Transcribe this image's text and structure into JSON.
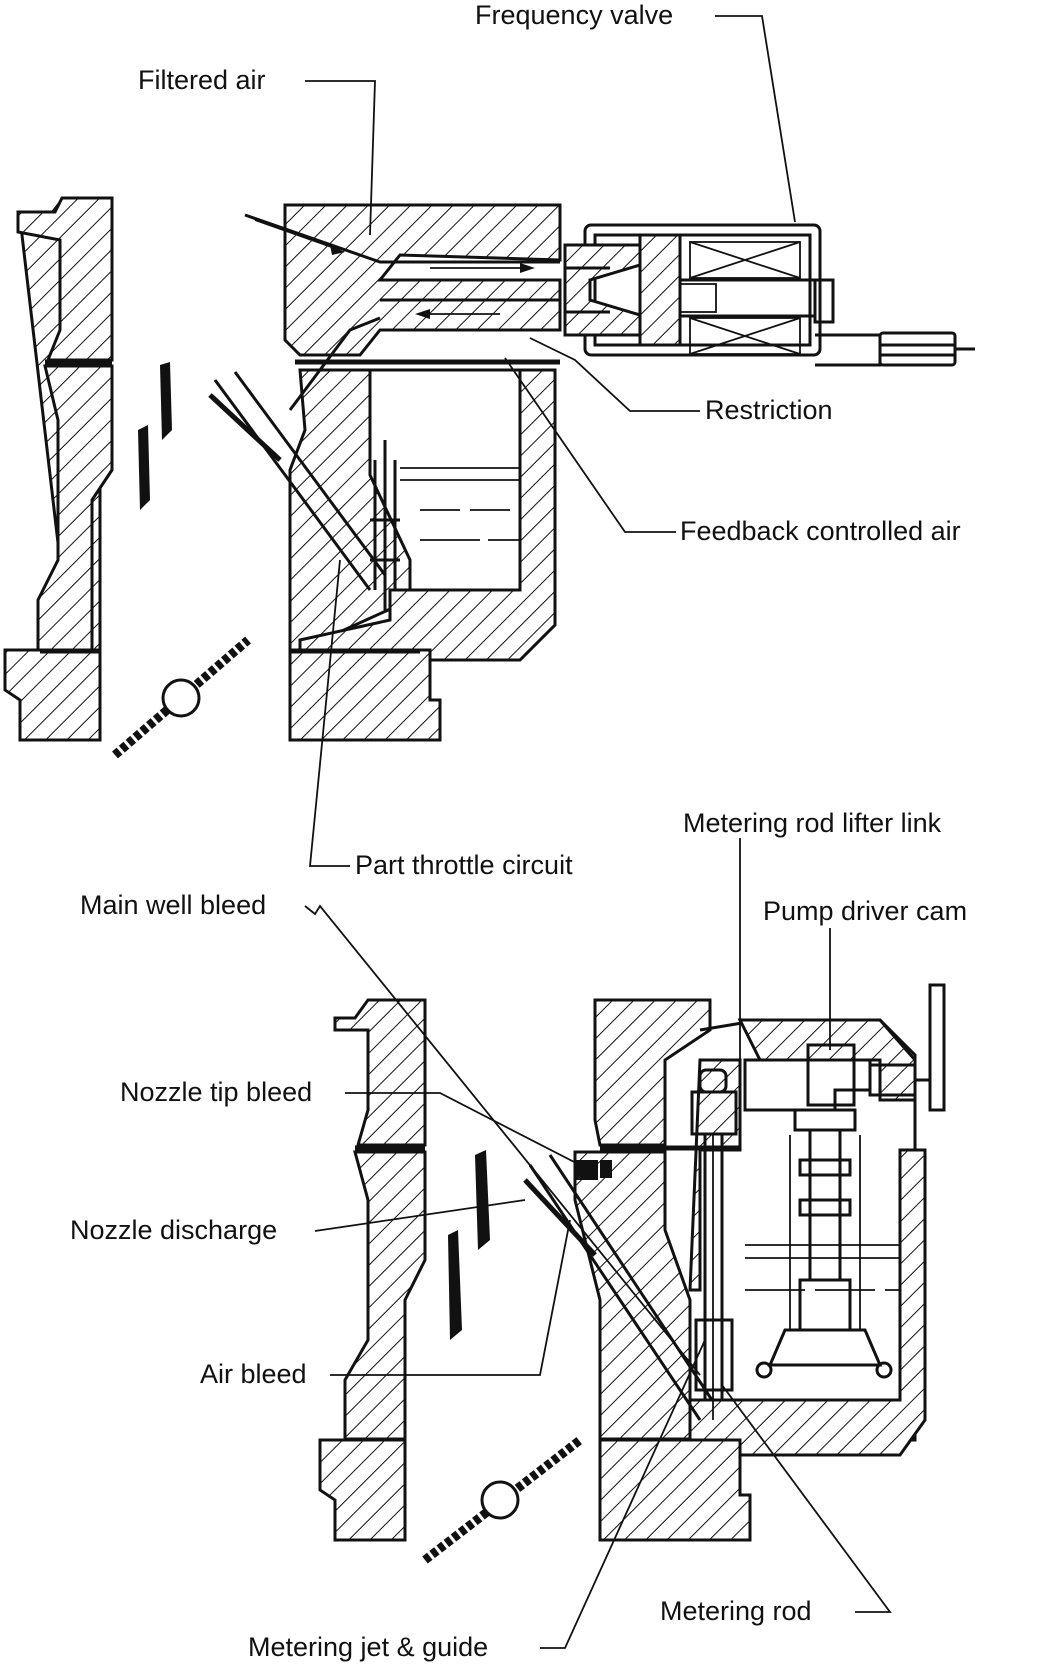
{
  "figure": {
    "colors": {
      "ink": "#111111",
      "paper": "#ffffff"
    },
    "top_view": {
      "labels": {
        "frequency_valve": "Frequency valve",
        "filtered_air": "Filtered air",
        "restriction": "Restriction",
        "feedback_controlled_air": "Feedback controlled air",
        "part_throttle_circuit": "Part throttle circuit"
      }
    },
    "bottom_view": {
      "labels": {
        "metering_rod_lifter_link": "Metering rod lifter link",
        "pump_driver_cam": "Pump driver cam",
        "main_well_bleed": "Main well bleed",
        "nozzle_tip_bleed": "Nozzle tip bleed",
        "nozzle_discharge": "Nozzle discharge",
        "air_bleed": "Air bleed",
        "metering_rod": "Metering rod",
        "metering_jet_guide": "Metering jet & guide"
      }
    }
  }
}
